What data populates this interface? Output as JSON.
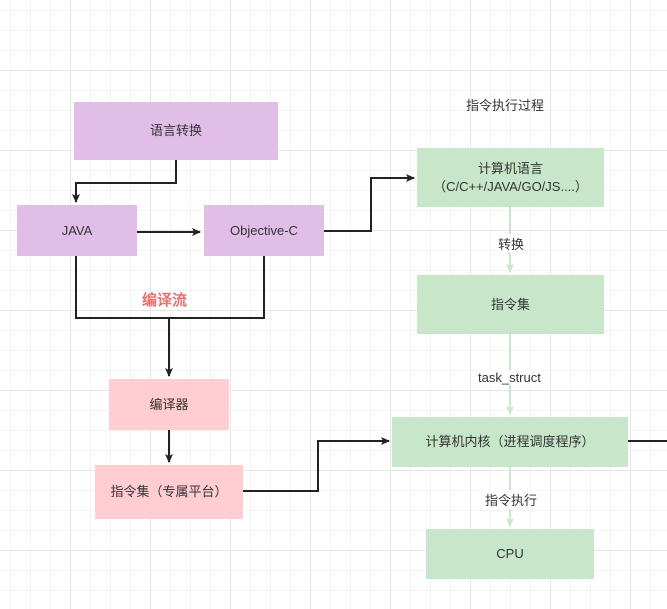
{
  "diagram": {
    "title": "指令执行过程",
    "highlight_label": "编译流",
    "nodes": {
      "lang_convert": "语言转换",
      "java": "JAVA",
      "objc": "Objective-C",
      "compiler": "编译器",
      "isa_platform": "指令集（专属平台）",
      "computer_lang": "计算机语言\n（C/C++/JAVA/GO/JS....）",
      "isa": "指令集",
      "kernel": "计算机内核（进程调度程序）",
      "cpu": "CPU"
    },
    "edge_labels": {
      "convert": "转换",
      "task_struct": "task_struct",
      "exec": "指令执行"
    },
    "colors": {
      "purple": "#e1bee7",
      "green": "#c8e6c9",
      "pink": "#ffcdd2",
      "highlight": "#e57373",
      "arrow_dark": "#222222",
      "arrow_light": "#c8e6c9"
    }
  }
}
